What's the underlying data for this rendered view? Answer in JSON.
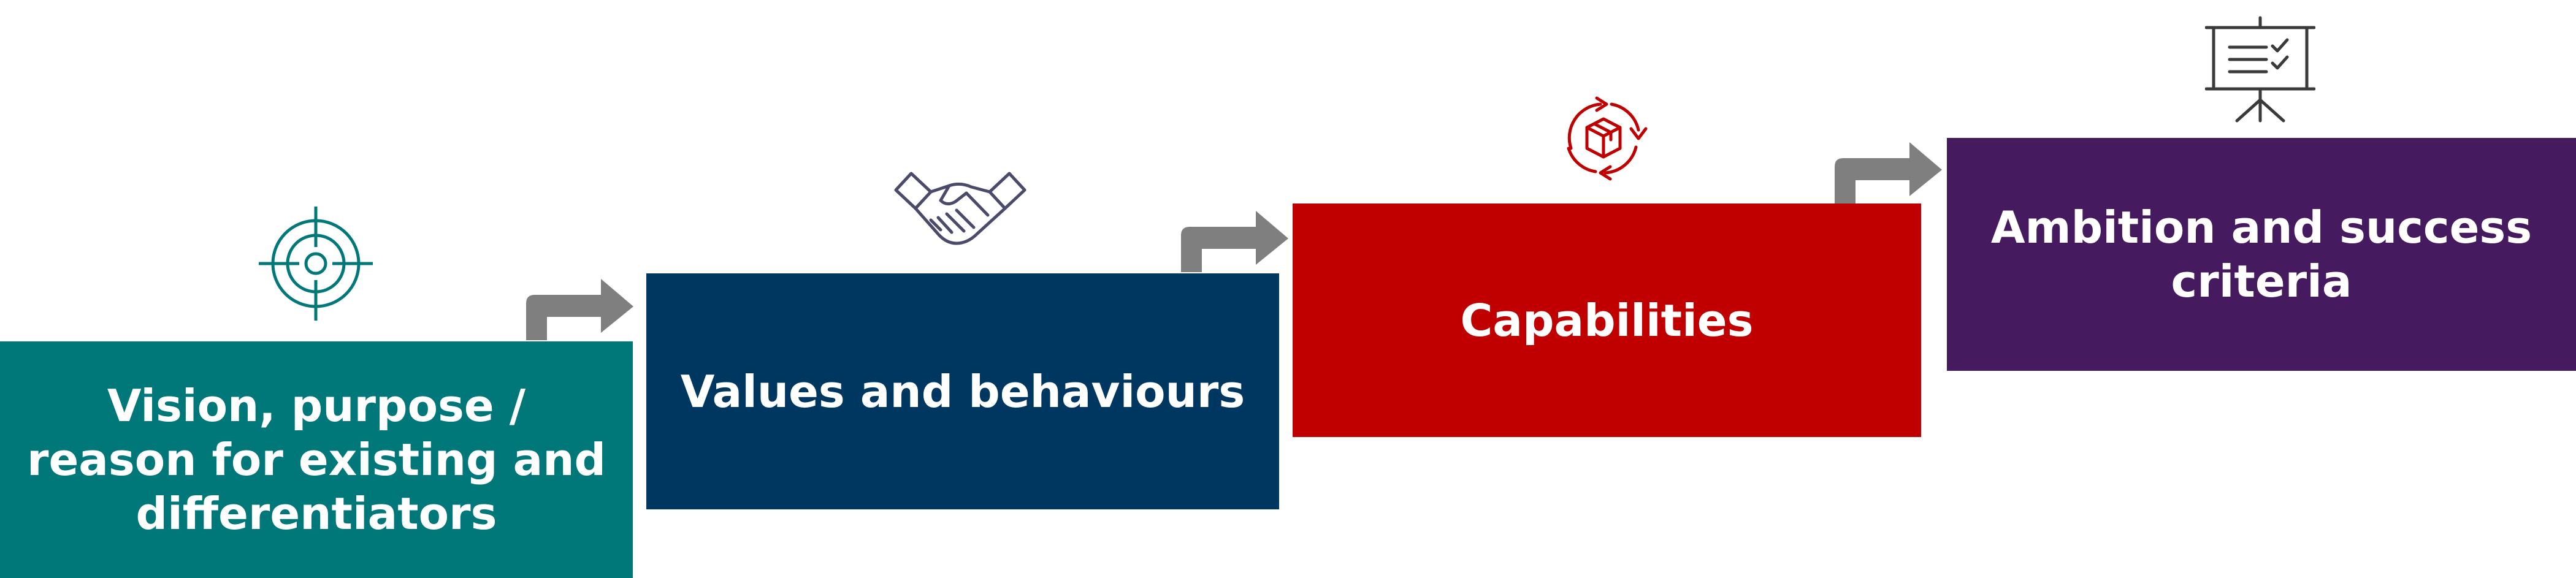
{
  "steps": [
    {
      "label": "Vision, purpose / reason for existing and differentiators",
      "color": "#007778",
      "icon": "target-icon"
    },
    {
      "label": "Values and behaviours",
      "color": "#003760",
      "icon": "handshake-icon"
    },
    {
      "label": "Capabilities",
      "color": "#c00000",
      "icon": "box-cycle-icon"
    },
    {
      "label": "Ambition and success criteria",
      "color": "#461a5e",
      "icon": "presentation-board-icon"
    }
  ],
  "arrow_color": "#7f7f7f"
}
